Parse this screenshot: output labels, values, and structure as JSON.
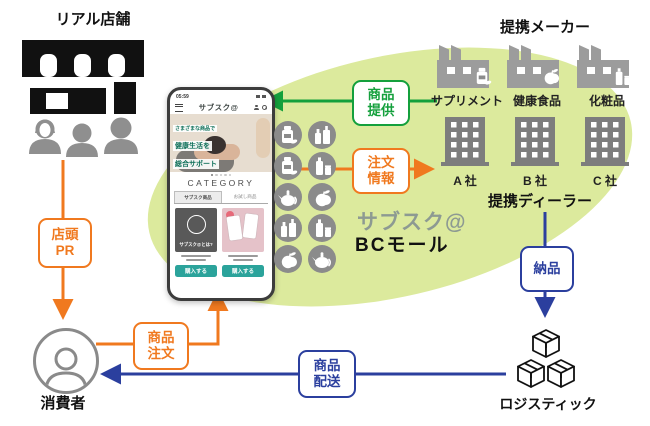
{
  "store": {
    "title": "リアル店舗"
  },
  "consumer": {
    "label": "消費者"
  },
  "makers": {
    "title": "提携メーカー",
    "items": [
      "サプリメント",
      "健康食品",
      "化粧品"
    ]
  },
  "dealers": {
    "title": "提携ディーラー",
    "companies": [
      "A 社",
      "B 社",
      "C 社"
    ]
  },
  "logistics": {
    "label": "ロジスティック"
  },
  "mall": {
    "name": "サブスク@",
    "sub": "BCモール"
  },
  "flows": {
    "store_pr": "店頭\nPR",
    "product_order": "商品\n注文",
    "provide": "商品\n提供",
    "order_info": "注文\n情報",
    "delivery": "納品",
    "shipping": "商品\n配送"
  },
  "phone": {
    "time": "05:59",
    "app_name": "サブスク@",
    "hero_line1": "さまざまな商品で",
    "hero_line2": "健康生活を",
    "hero_line3": "総合サポート",
    "category": "CATEGORY",
    "tab_left": "サブスク商品",
    "tab_right": "お試し商品",
    "card_left_label": "サブスク@とは?",
    "buy_button": "購入する"
  },
  "icons": {
    "product_circles": [
      "pill-jar",
      "bottles",
      "pill-jar",
      "cosmetics",
      "teapot",
      "apple",
      "bottles",
      "cosmetics",
      "apple",
      "teapot"
    ],
    "maker_overlays": [
      "pill-jar",
      "apple",
      "cosmetics"
    ]
  },
  "colors": {
    "orange": "#f0791f",
    "green": "#14a03c",
    "blue": "#2b3f9e",
    "ellipse": "#dcea9d",
    "teal_button": "#2ba39b"
  }
}
